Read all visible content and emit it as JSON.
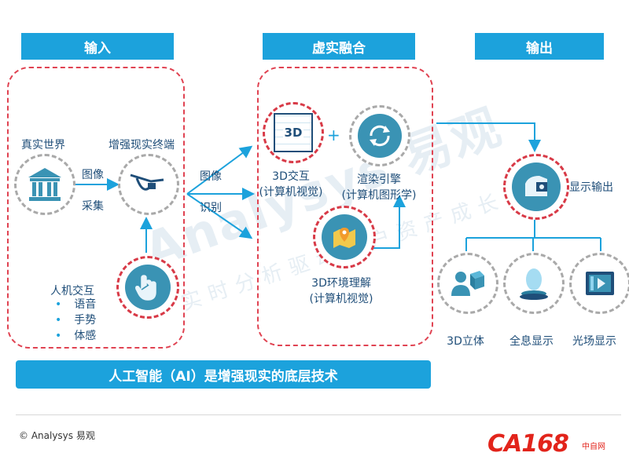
{
  "headers": {
    "input": "输入",
    "fusion": "虚实融合",
    "output": "输出"
  },
  "input_panel": {
    "real_world": "真实世界",
    "ar_terminal": "增强现实终端",
    "arrow_label_top": "图像",
    "arrow_label_bottom": "采集",
    "hci_title": "人机交互",
    "hci_items": [
      "语音",
      "手势",
      "体感"
    ]
  },
  "middle_arrow": {
    "label_top": "图像",
    "label_bottom": "识别"
  },
  "fusion_panel": {
    "interaction_3d_line1": "3D交互",
    "interaction_3d_line2": "(计算机视觉)",
    "plus": "+",
    "render_engine_line1": "渲染引擎",
    "render_engine_line2": "(计算机图形学)",
    "env_line1": "3D环境理解",
    "env_line2": "(计算机视觉)",
    "icon_3d_text": "3D"
  },
  "output_panel": {
    "display_output": "显示输出",
    "stereo_3d": "3D立体",
    "holographic": "全息显示",
    "light_field": "光场显示"
  },
  "footer_bar": "人工智能（AI）是增强现实的底层技术",
  "copyright": "© Analysys 易观",
  "watermark": "Analysys 易观",
  "watermark_sub": "实时分析驱动用户资产成长",
  "logo": {
    "main": "CA168",
    "sub": "中自网"
  },
  "colors": {
    "accent": "#1ca2dc",
    "dashed_red": "#e04352",
    "text": "#1f4e79",
    "icon_bg": "#3a93b4"
  }
}
